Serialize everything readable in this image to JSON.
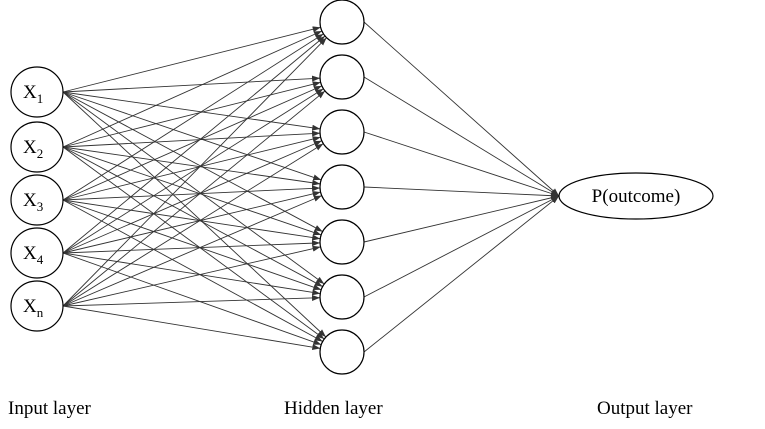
{
  "input_nodes": [
    {
      "base": "X",
      "sub": "1"
    },
    {
      "base": "X",
      "sub": "2"
    },
    {
      "base": "X",
      "sub": "3"
    },
    {
      "base": "X",
      "sub": "4"
    },
    {
      "base": "X",
      "sub": "n"
    }
  ],
  "hidden_node_count": 7,
  "output_node": {
    "label": "P(outcome)"
  },
  "layer_labels": {
    "input": "Input layer",
    "hidden": "Hidden layer",
    "output": "Output layer"
  },
  "colors": {
    "stroke": "#000000",
    "edge": "#333333",
    "fill": "#ffffff"
  }
}
